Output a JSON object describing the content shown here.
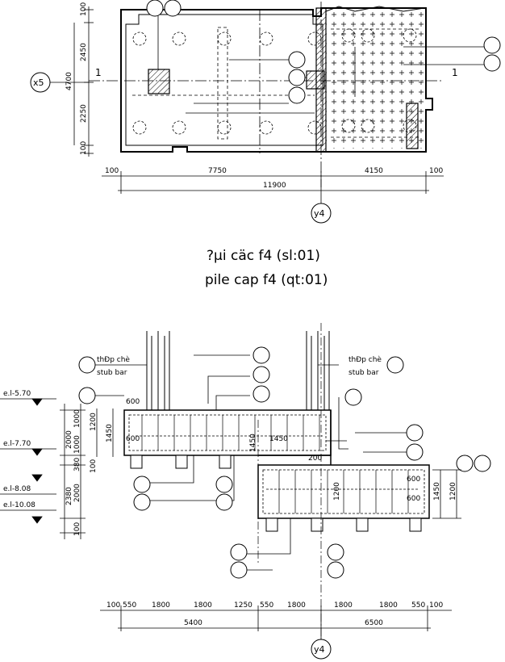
{
  "plan": {
    "axis_x": "x5",
    "axis_y": "y4",
    "section_mark_left": "1",
    "section_mark_right": "1",
    "left_dims": [
      "100",
      "2450",
      "4700",
      "2250",
      "100"
    ],
    "bottom_dims": [
      "100",
      "7750",
      "4150",
      "100"
    ],
    "total_dim": "11900"
  },
  "titles": {
    "line1": "?µi cäc f4 (sl:01)",
    "line2": "pile cap f4 (qt:01)"
  },
  "section": {
    "axis_y": "y4",
    "stub_bar_vn": "thÐp chè",
    "stub_bar_en": "stub bar",
    "elevations": [
      "e.l-5.70",
      "e.l-7.70",
      "e.l-8.08",
      "e.l-10.08"
    ],
    "left_dims": [
      "2000",
      "1000",
      "1000",
      "380",
      "100",
      "2380",
      "2000",
      "100",
      "1200",
      "1450",
      "600"
    ],
    "inner_dims": [
      "600",
      "1450",
      "200",
      "1200",
      "600",
      "600",
      "1450",
      "1200"
    ],
    "bottom_dims": [
      "100",
      "550",
      "1800",
      "1800",
      "1250",
      "550",
      "1800",
      "1800",
      "1800",
      "550",
      "100"
    ],
    "total_dims": [
      "5400",
      "6500"
    ]
  }
}
